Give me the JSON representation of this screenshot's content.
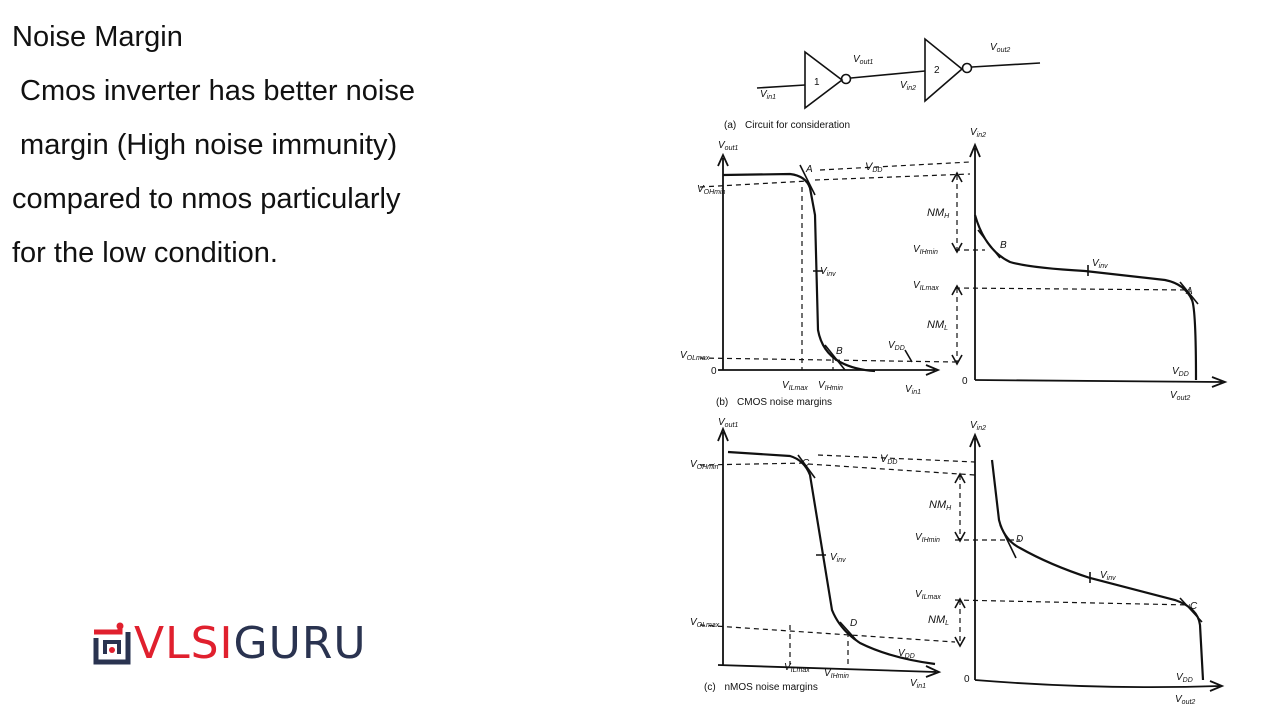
{
  "slide": {
    "title": "Noise Margin",
    "body_lines": [
      " Cmos inverter has better noise",
      " margin (High noise immunity)",
      "compared to nmos particularly",
      "for the low condition."
    ]
  },
  "logo": {
    "part1": "VLSI",
    "part2": "GURU",
    "colors": {
      "red": "#e0202e",
      "navy": "#2a3350"
    }
  },
  "diagram": {
    "a": {
      "gate1": "1",
      "gate2": "2",
      "vin1": {
        "v": "V",
        "s": "in1"
      },
      "vout1": {
        "v": "V",
        "s": "out1"
      },
      "vin2": {
        "v": "V",
        "s": "in2"
      },
      "vout2": {
        "v": "V",
        "s": "out2"
      },
      "caption_tag": "(a)",
      "caption": "Circuit for consideration"
    },
    "b": {
      "vout1": {
        "v": "V",
        "s": "out1"
      },
      "vohmin": {
        "v": "V",
        "s": "OHmin"
      },
      "volmax": {
        "v": "V",
        "s": "OLmax"
      },
      "zero": "0",
      "pointA": "A",
      "pointB": "B",
      "vdd_top": {
        "v": "V",
        "s": "DD"
      },
      "vinv": {
        "v": "V",
        "s": "inv"
      },
      "vdd_arrow": {
        "v": "V",
        "s": "DD"
      },
      "vilmax": {
        "v": "V",
        "s": "ILmax"
      },
      "vihmin": {
        "v": "V",
        "s": "IHmin"
      },
      "vin1": {
        "v": "V",
        "s": "in1"
      },
      "caption_tag": "(b)",
      "caption": "CMOS noise margins",
      "right": {
        "vin2": {
          "v": "V",
          "s": "in2"
        },
        "nmh": {
          "v": "NM",
          "s": "H"
        },
        "nml": {
          "v": "NM",
          "s": "L"
        },
        "vihmin": {
          "v": "V",
          "s": "IHmin"
        },
        "vilmax": {
          "v": "V",
          "s": "ILmax"
        },
        "pointB": "B",
        "pointA": "A",
        "vinv": {
          "v": "V",
          "s": "inv"
        },
        "vdd": {
          "v": "V",
          "s": "DD"
        },
        "vout2": {
          "v": "V",
          "s": "out2"
        },
        "zero": "0"
      }
    },
    "c": {
      "vout1": {
        "v": "V",
        "s": "out1"
      },
      "vohmin": {
        "v": "V",
        "s": "OHmin"
      },
      "volmax": {
        "v": "V",
        "s": "OLmax"
      },
      "pointC": "C",
      "pointD": "D",
      "vdd_top": {
        "v": "V",
        "s": "DD"
      },
      "vinv": {
        "v": "V",
        "s": "inv"
      },
      "vdd_curve": {
        "v": "V",
        "s": "DD"
      },
      "vilmax": {
        "v": "V",
        "s": "ILmax"
      },
      "vihmin": {
        "v": "V",
        "s": "IHmin"
      },
      "vin1": {
        "v": "V",
        "s": "in1"
      },
      "caption_tag": "(c)",
      "caption": "nMOS noise margins",
      "right": {
        "vin2": {
          "v": "V",
          "s": "in2"
        },
        "nmh": {
          "v": "NM",
          "s": "H"
        },
        "nml": {
          "v": "NM",
          "s": "L"
        },
        "vihmin": {
          "v": "V",
          "s": "IHmin"
        },
        "vilmax": {
          "v": "V",
          "s": "ILmax"
        },
        "pointD": "D",
        "pointC": "C",
        "vinv": {
          "v": "V",
          "s": "inv"
        },
        "vdd": {
          "v": "V",
          "s": "DD"
        },
        "vout2": {
          "v": "V",
          "s": "out2"
        },
        "zero": "0"
      }
    }
  }
}
